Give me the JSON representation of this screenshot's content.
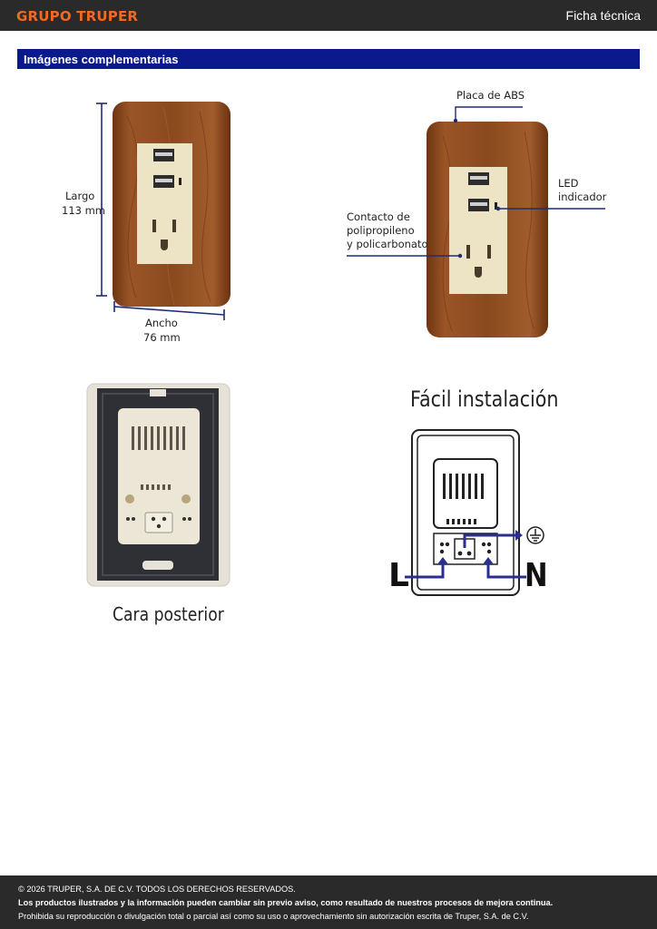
{
  "header": {
    "brand": "GRUPO TRUPER",
    "doc_type": "Ficha técnica"
  },
  "section": {
    "title": "Imágenes complementarias"
  },
  "dimensions": {
    "largo_label": "Largo",
    "largo_value": "113 mm",
    "ancho_label": "Ancho",
    "ancho_value": "76 mm"
  },
  "callouts": {
    "placa": "Placa de ABS",
    "led_line1": "LED",
    "led_line2": "indicador",
    "contacto_line1": "Contacto de",
    "contacto_line2": "polipropileno",
    "contacto_line3": "y policarbonato"
  },
  "captions": {
    "back": "Cara posterior",
    "install": "Fácil instalación",
    "line": "L",
    "neutral": "N"
  },
  "footer": {
    "copyright": "© 2026 TRUPER, S.A. DE C.V. TODOS LOS DERECHOS RESERVADOS.",
    "notice": "Los productos ilustrados y la información pueden cambiar sin previo aviso, como resultado de nuestros procesos de mejora continua.",
    "prohibition": "Prohibida su reproducción o divulgación total o parcial así como su uso o aprovechamiento sin autorización escrita de Truper, S.A. de C.V."
  },
  "colors": {
    "brand": "#f26a21",
    "section": "#0a1a8c",
    "bar": "#2a2a2a",
    "callout": "#1f2a7a",
    "wood": "#8a4a1e",
    "face": "#ece4c4"
  }
}
